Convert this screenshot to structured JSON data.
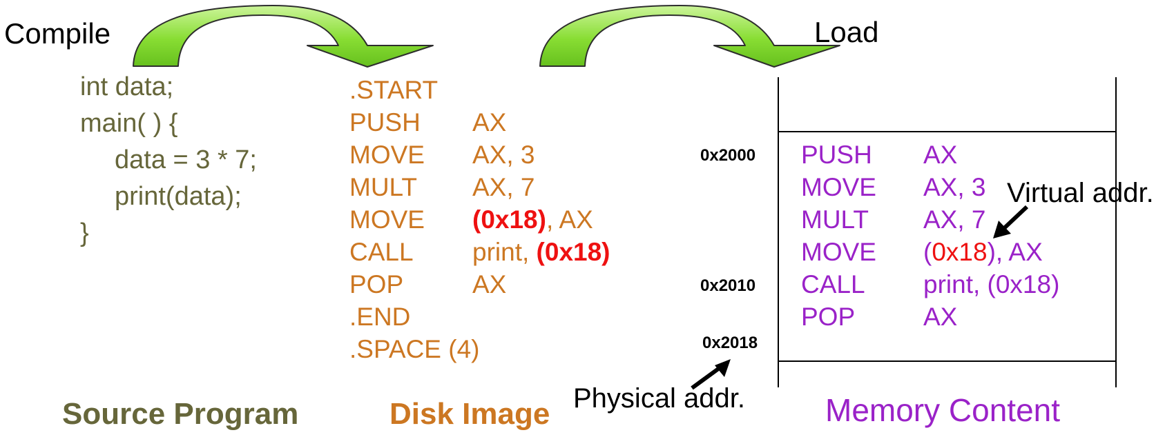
{
  "labels": {
    "compile": "Compile",
    "load": "Load",
    "virtual_addr": "Virtual addr.",
    "physical_addr": "Physical addr."
  },
  "source": {
    "lines": [
      "int data;",
      "main( ) {",
      "data = 3 * 7;",
      "print(data);",
      "}"
    ],
    "caption": "Source Program"
  },
  "disk": {
    "start": ".START",
    "rows": [
      {
        "op": "PUSH",
        "arg": "AX"
      },
      {
        "op": "MOVE",
        "arg": "AX, 3"
      },
      {
        "op": "MULT",
        "arg": "AX, 7"
      },
      {
        "op": "MOVE",
        "arg_red": "(0x18)",
        "arg_rest": ", AX"
      },
      {
        "op": "CALL",
        "arg_pre": "print, ",
        "arg_red": "(0x18)"
      },
      {
        "op": "POP",
        "arg": "AX"
      }
    ],
    "end": ".END",
    "space": ".SPACE (4)",
    "caption": "Disk Image"
  },
  "memory": {
    "rows": [
      {
        "op": "PUSH",
        "arg": "AX"
      },
      {
        "op": "MOVE",
        "arg": "AX, 3"
      },
      {
        "op": "MULT",
        "arg": "AX, 7"
      },
      {
        "op": "MOVE",
        "arg_pre": "(",
        "arg_red": "0x18",
        "arg_rest": "), AX"
      },
      {
        "op": "CALL",
        "arg": "print, (0x18)"
      },
      {
        "op": "POP",
        "arg": "AX"
      }
    ],
    "caption": "Memory Content",
    "addresses": {
      "a2000": "0x2000",
      "a2010": "0x2010",
      "a2018": "0x2018"
    }
  },
  "colors": {
    "source": "#66663a",
    "disk": "#cc7722",
    "memory": "#9a22c8",
    "red": "#ee1111",
    "arrow_green": "#88dd33"
  }
}
